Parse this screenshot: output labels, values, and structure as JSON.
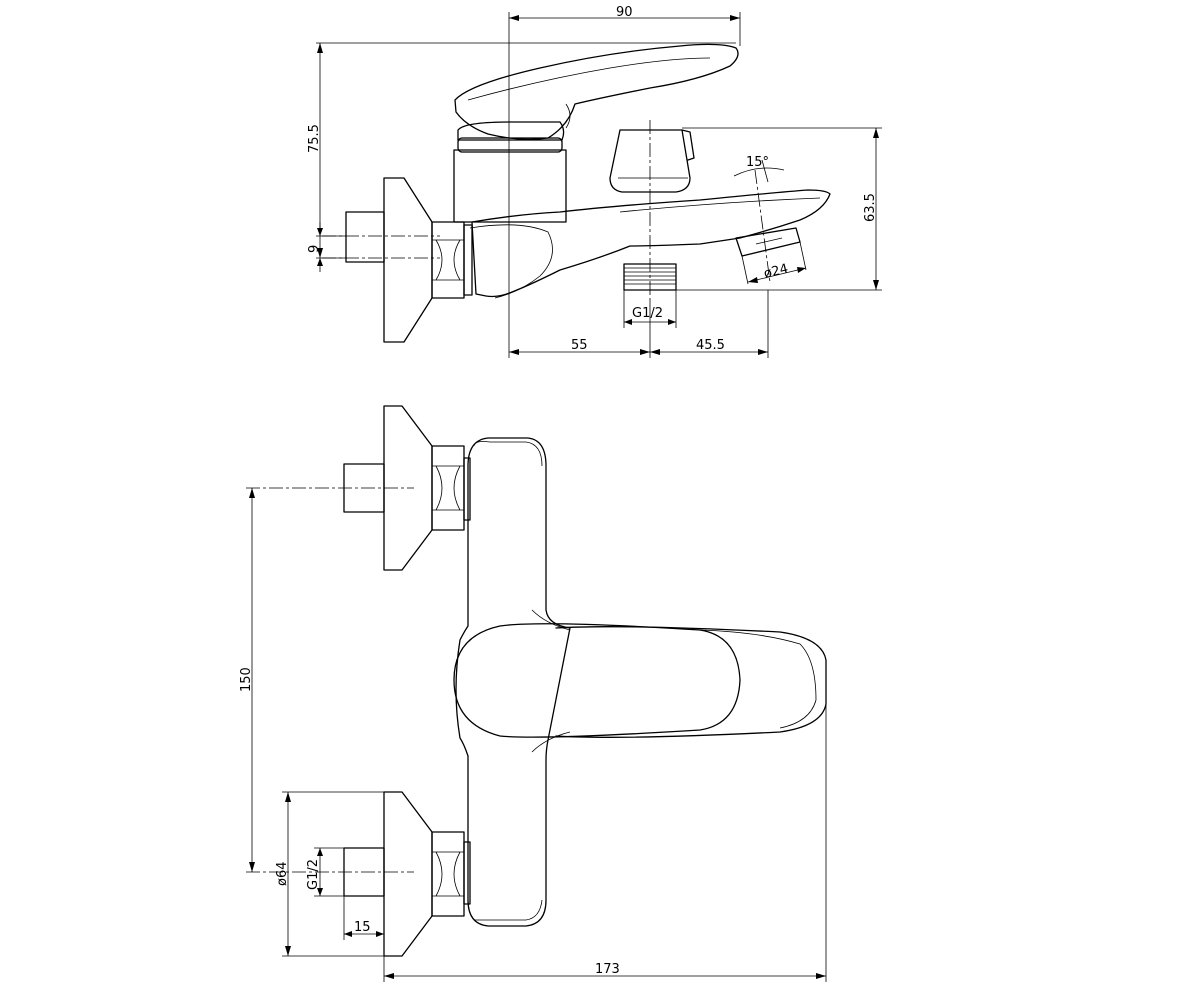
{
  "dimensions": {
    "top_width": "90",
    "total_height": "75.5",
    "inlet_offset": "9",
    "outlet_height": "63.5",
    "spout_angle": "15°",
    "aerator_diameter": "ø24",
    "outlet_thread": "G1/2",
    "inlet_to_outlet": "55",
    "outlet_to_spout": "45.5",
    "inlet_spacing": "150",
    "flange_diameter": "ø64",
    "inlet_thread": "G1/2",
    "thread_length": "15",
    "total_depth": "173"
  }
}
